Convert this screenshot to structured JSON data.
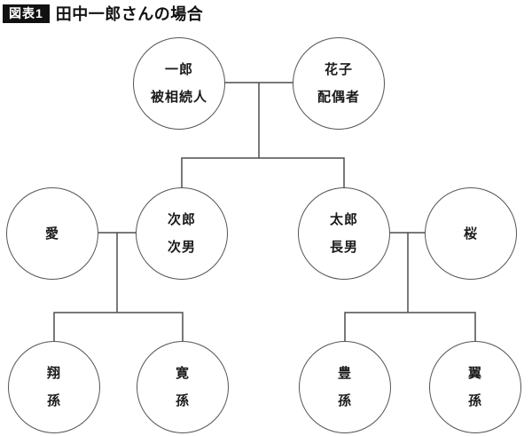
{
  "figure": {
    "badge": "図表1",
    "title": "田中一郎さんの場合"
  },
  "colors": {
    "background": "#ffffff",
    "line": "#4d4d4d",
    "circle_stroke": "#555555",
    "text": "#1b1b1b",
    "badge_bg": "#111111",
    "badge_text": "#ffffff"
  },
  "people": [
    {
      "id": "ichiro",
      "name": "一郎",
      "role": "被相続人"
    },
    {
      "id": "hanako",
      "name": "花子",
      "role": "配偶者"
    },
    {
      "id": "ai",
      "name": "愛",
      "role": ""
    },
    {
      "id": "jiro",
      "name": "次郎",
      "role": "次男"
    },
    {
      "id": "taro",
      "name": "太郎",
      "role": "長男"
    },
    {
      "id": "sakura",
      "name": "桜",
      "role": ""
    },
    {
      "id": "sho",
      "name": "翔",
      "role": "孫"
    },
    {
      "id": "kan",
      "name": "寛",
      "role": "孫"
    },
    {
      "id": "yutaka",
      "name": "豊",
      "role": "孫"
    },
    {
      "id": "tsubasa",
      "name": "翼",
      "role": "孫"
    }
  ],
  "structure": {
    "couples": [
      [
        "一郎",
        "花子"
      ],
      [
        "愛",
        "次郎"
      ],
      [
        "太郎",
        "桜"
      ]
    ],
    "children": [
      {
        "parents": [
          "一郎",
          "花子"
        ],
        "children": [
          "次郎",
          "太郎"
        ]
      },
      {
        "parents": [
          "愛",
          "次郎"
        ],
        "children": [
          "翔",
          "寛"
        ]
      },
      {
        "parents": [
          "太郎",
          "桜"
        ],
        "children": [
          "豊",
          "翼"
        ]
      }
    ]
  }
}
